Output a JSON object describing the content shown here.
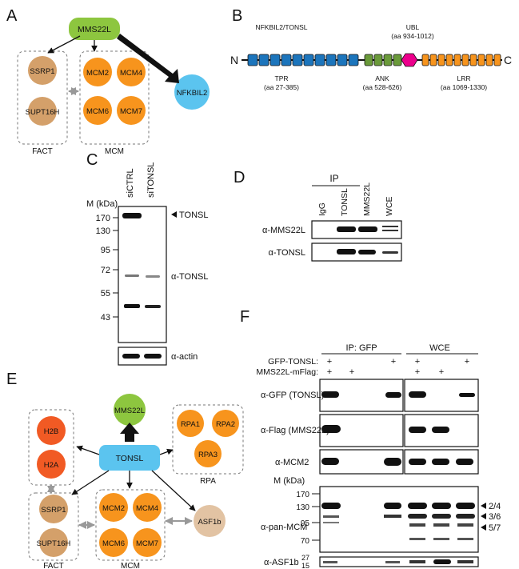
{
  "panels": {
    "A": {
      "label": "A",
      "center": "MMS22L",
      "nodes": [
        "SSRP1",
        "SUPT16H",
        "MCM2",
        "MCM4",
        "MCM6",
        "MCM7",
        "NFKBIL2"
      ],
      "groups": [
        "FACT",
        "MCM"
      ]
    },
    "B": {
      "label": "B",
      "n_term": "N",
      "c_term": "C",
      "name": "NFKBIL2/TONSL",
      "ubl": "UBL",
      "ubl_range": "(aa 934-1012)",
      "tpr": "TPR",
      "tpr_range": "(aa 27-385)",
      "ank": "ANK",
      "ank_range": "(aa 528-626)",
      "lrr": "LRR",
      "lrr_range": "(aa 1069-1330)"
    },
    "C": {
      "label": "C",
      "lanes": [
        "siCTRL",
        "siTONSL"
      ],
      "mw_title": "M (kDa)",
      "markers": [
        "170",
        "130",
        "95",
        "72",
        "55",
        "43"
      ],
      "band_label": "TONSL",
      "antibody": "α-TONSL",
      "loading": "α-actin"
    },
    "D": {
      "label": "D",
      "ip": "IP",
      "lanes": [
        "IgG",
        "TONSL",
        "MMS22L",
        "WCE"
      ],
      "rows": [
        "α-MMS22L",
        "α-TONSL"
      ]
    },
    "E": {
      "label": "E",
      "center": "TONSL",
      "nodes": [
        "MMS22L",
        "H2B",
        "H2A",
        "RPA1",
        "RPA2",
        "RPA3",
        "SSRP1",
        "SUPT16H",
        "MCM2",
        "MCM4",
        "MCM6",
        "MCM7",
        "ASF1b"
      ],
      "groups": [
        "RPA",
        "FACT",
        "MCM"
      ]
    },
    "F": {
      "label": "F",
      "ip_gfp": "IP: GFP",
      "wce": "WCE",
      "cond1": "GFP-TONSL:",
      "cond2": "MMS22L-mFlag:",
      "cond1_signs": [
        "+",
        "+",
        "+",
        "+"
      ],
      "cond2_signs": [
        "+",
        "+",
        "+",
        "+"
      ],
      "rows": [
        "α-GFP (TONSL)",
        "α-Flag (MMS22L)",
        "α-MCM2",
        "α-pan-MCM",
        "α-ASF1b"
      ],
      "mw_title": "M (kDa)",
      "markers_pan": [
        "170",
        "130",
        "95",
        "70"
      ],
      "markers_asf": [
        "27",
        "15"
      ],
      "pan_bands": [
        "2/4",
        "3/6",
        "5/7"
      ]
    }
  },
  "colors": {
    "mms22l": "#8dc63f",
    "tonsl": "#5bc4ef",
    "fact": "#d4a06a",
    "mcm": "#f7941d",
    "histone": "#f15a24",
    "asf1b": "#e2c3a3",
    "tpr": "#1c75bc",
    "ank": "#6a9a3a",
    "ubl": "#ec008c",
    "lrr": "#f7941d"
  }
}
